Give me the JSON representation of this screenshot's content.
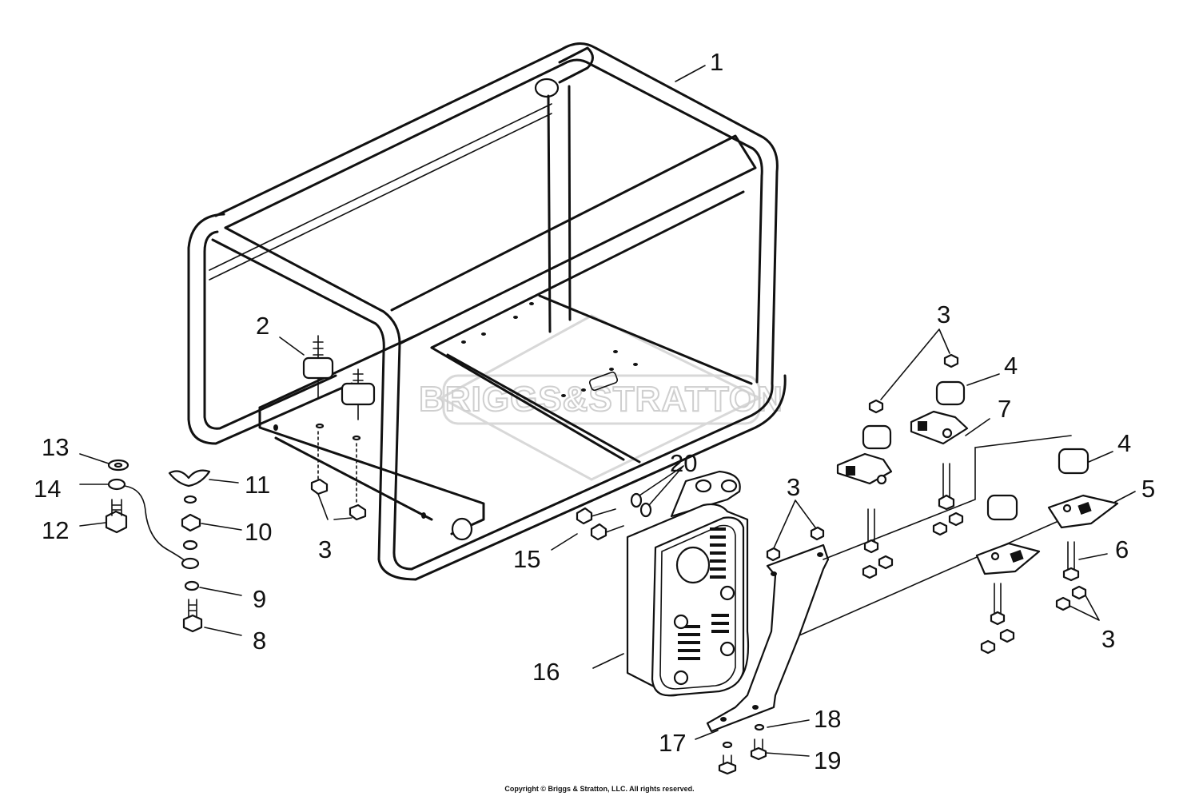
{
  "watermark": "BRIGGS&STRATTON",
  "callouts": [
    {
      "id": "c1",
      "text": "1"
    },
    {
      "id": "c2",
      "text": "2"
    },
    {
      "id": "c3a",
      "text": "3"
    },
    {
      "id": "c3b",
      "text": "3"
    },
    {
      "id": "c3c",
      "text": "3"
    },
    {
      "id": "c3d",
      "text": "3"
    },
    {
      "id": "c4a",
      "text": "4"
    },
    {
      "id": "c4b",
      "text": "4"
    },
    {
      "id": "c5",
      "text": "5"
    },
    {
      "id": "c6",
      "text": "6"
    },
    {
      "id": "c7",
      "text": "7"
    },
    {
      "id": "c8",
      "text": "8"
    },
    {
      "id": "c9",
      "text": "9"
    },
    {
      "id": "c10",
      "text": "10"
    },
    {
      "id": "c11",
      "text": "11"
    },
    {
      "id": "c12",
      "text": "12"
    },
    {
      "id": "c13",
      "text": "13"
    },
    {
      "id": "c14",
      "text": "14"
    },
    {
      "id": "c15",
      "text": "15"
    },
    {
      "id": "c16",
      "text": "16"
    },
    {
      "id": "c17",
      "text": "17"
    },
    {
      "id": "c18",
      "text": "18"
    },
    {
      "id": "c19",
      "text": "19"
    },
    {
      "id": "c20",
      "text": "20"
    }
  ],
  "copyright": "Copyright © Briggs & Stratton, LLC. All rights reserved."
}
